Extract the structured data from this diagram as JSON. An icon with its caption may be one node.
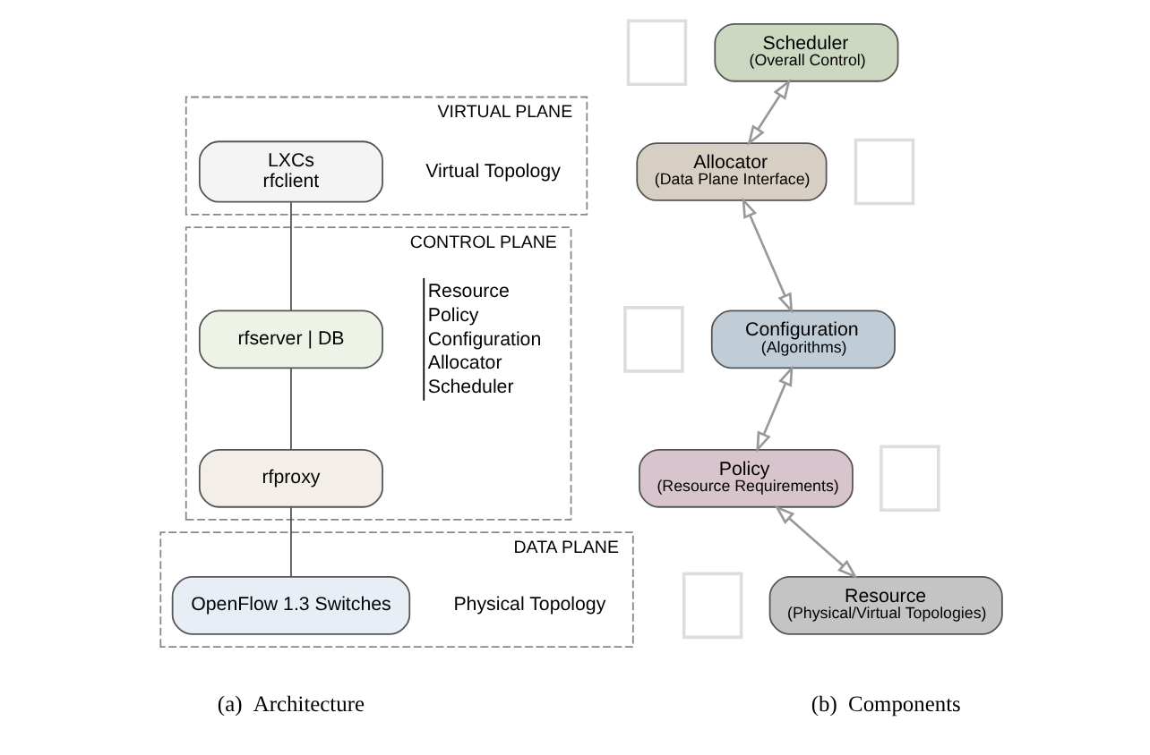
{
  "diagram": {
    "nodes": [
      {
        "text": [
          "VIRTUAL PLANE"
        ]
      },
      {
        "text": [
          "LXCs",
          "rfclient"
        ],
        "in": 0,
        "beside": [
          "Virtual Topology"
        ]
      },
      {
        "text": [
          "CONTROL PLANE"
        ]
      },
      {
        "text": [
          "rfserver | DB"
        ],
        "in": 2
      },
      {
        "text": [
          "rfproxy"
        ],
        "in": 2
      },
      {
        "text": [
          "DATA PLANE"
        ]
      },
      {
        "text": [
          "OpenFlow 1.3 Switches"
        ],
        "in": 5,
        "beside": [
          "Physical Topology"
        ]
      },
      {
        "text": [],
        "shape": "box"
      },
      {
        "text": [
          "Scheduler",
          "(Overall Control)"
        ]
      },
      {
        "text": [
          "Allocator",
          "(Data Plane Interface)"
        ]
      },
      {
        "text": [],
        "shape": "box"
      },
      {
        "text": [],
        "shape": "box"
      },
      {
        "text": [
          "Configuration",
          "(Algorithms)"
        ]
      },
      {
        "text": [
          "Policy",
          "(Resource Requirements)"
        ]
      },
      {
        "text": [],
        "shape": "box"
      },
      {
        "text": [],
        "shape": "box"
      },
      {
        "text": [
          "Resource",
          "(Physical/Virtual Topologies)"
        ]
      }
    ],
    "edges": [
      {
        "from": 1,
        "to": 3,
        "arrow": "none",
        "color": "#555555"
      },
      {
        "from": 3,
        "to": 4,
        "arrow": "none",
        "color": "#555555"
      },
      {
        "from": 4,
        "to": 6,
        "arrow": "none",
        "color": "#555555"
      },
      {
        "from": 8,
        "to": 9,
        "arrow": "both"
      },
      {
        "from": 9,
        "to": 12,
        "arrow": "both"
      },
      {
        "from": 12,
        "to": 13,
        "arrow": "both"
      },
      {
        "from": 13,
        "to": 16,
        "arrow": "both"
      }
    ],
    "labels": [
      "Resource",
      "Policy",
      "Configuration",
      "Allocator",
      "Scheduler",
      "(a)  Architecture",
      "(b)  Components"
    ]
  }
}
